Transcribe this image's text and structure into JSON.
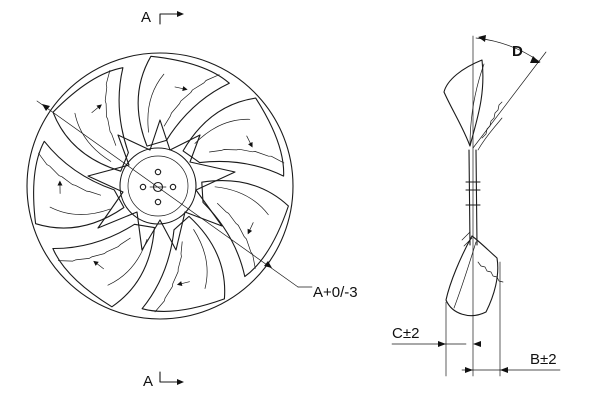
{
  "section_marks": {
    "top": "A",
    "bottom": "A"
  },
  "dimensions": {
    "outer_diameter": "A+0/-3",
    "hub_depth": "B±2",
    "front_offset": "C±2",
    "pitch_angle": "D"
  }
}
